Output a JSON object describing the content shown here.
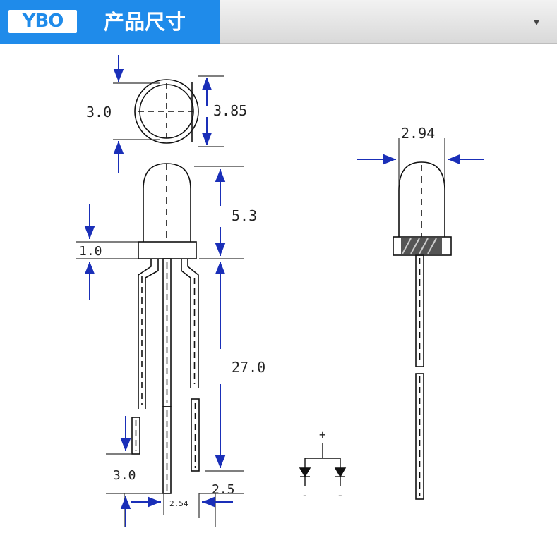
{
  "header": {
    "logo_text": "YBO",
    "title": "产品尺寸",
    "dropdown_icon": "chevron-down-icon"
  },
  "diagram": {
    "labels": {
      "top_width": "3.0",
      "top_height": "3.85",
      "flange": "1.0",
      "lens_height": "5.3",
      "lead_length": "27.0",
      "lead_cut": "3.0",
      "pitch": "2.54",
      "spacing": "2.5",
      "side_width": "2.94",
      "plus": "+",
      "minus_left": "-",
      "minus_right": "-"
    },
    "colors": {
      "outline": "#111111",
      "dimension_arrow": "#1a2fb8",
      "dimension_line": "#333333"
    }
  }
}
